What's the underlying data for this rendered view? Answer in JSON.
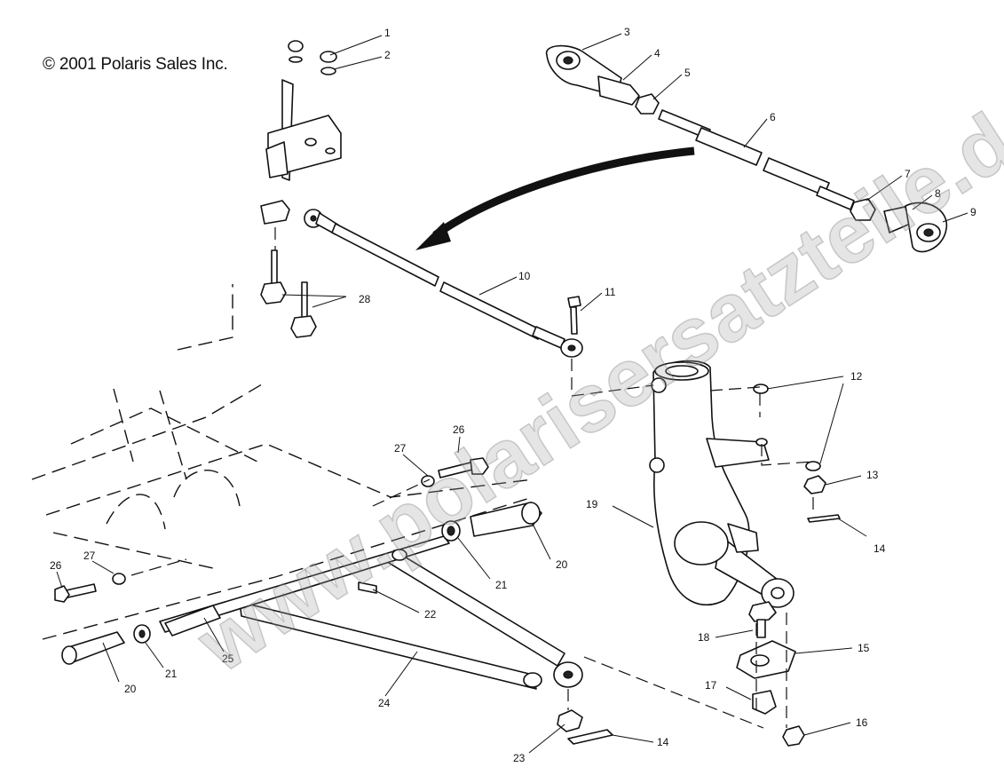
{
  "copyright": "© 2001 Polaris Sales Inc.",
  "watermark": "www.polarisersatzteile.de",
  "callouts": {
    "c1": "1",
    "c2": "2",
    "c3": "3",
    "c4": "4",
    "c5": "5",
    "c6": "6",
    "c7": "7",
    "c8": "8",
    "c9": "9",
    "c10": "10",
    "c11": "11",
    "c12": "12",
    "c13": "13",
    "c14a": "14",
    "c14b": "14",
    "c15": "15",
    "c16": "16",
    "c17": "17",
    "c18": "18",
    "c19": "19",
    "c20a": "20",
    "c20b": "20",
    "c21a": "21",
    "c21b": "21",
    "c22": "22",
    "c23": "23",
    "c24": "24",
    "c25": "25",
    "c26a": "26",
    "c26b": "26",
    "c27a": "27",
    "c27b": "27",
    "c28": "28"
  }
}
